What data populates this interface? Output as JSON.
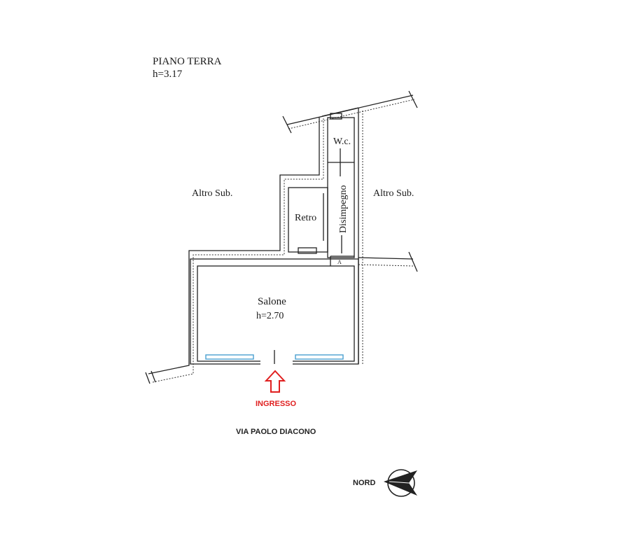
{
  "plan": {
    "floor_title": "PIANO TERRA",
    "floor_height": "h=3.17",
    "adjacent_left": "Altro Sub.",
    "adjacent_right": "Altro Sub.",
    "rooms": {
      "wc": "W.c.",
      "corridor": "Disimpegno",
      "back_room": "Retro",
      "hall": "Salone",
      "hall_height": "h=2.70"
    },
    "entrance_label": "INGRESSO",
    "street": "VIA PAOLO DIACONO",
    "north_label": "NORD"
  },
  "colors": {
    "entrance": "#e02020",
    "window": "#4aa0d0",
    "line": "#222222"
  }
}
